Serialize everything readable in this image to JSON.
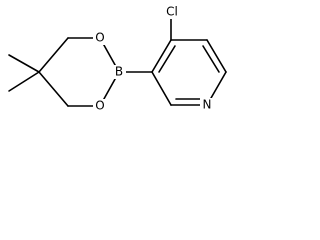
{
  "molecule": {
    "atoms": {
      "chlorine": "Cl",
      "boron": "B",
      "oxygen_top": "O",
      "oxygen_bottom": "O",
      "nitrogen": "N"
    }
  }
}
